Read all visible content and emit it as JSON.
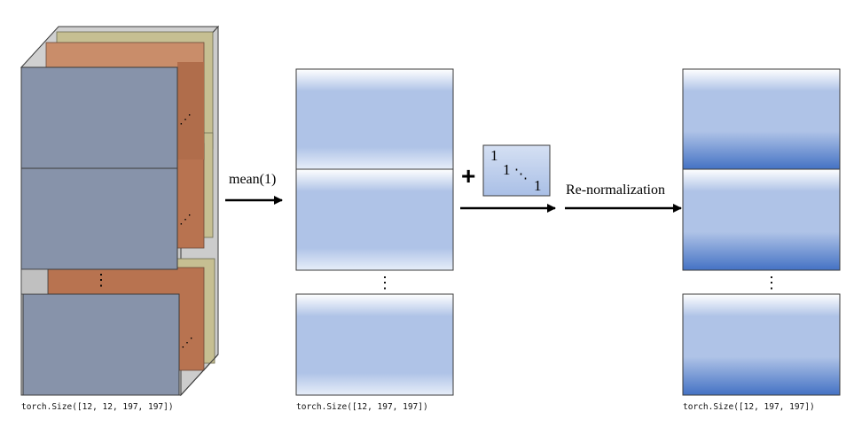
{
  "stages": {
    "input": {
      "shape_caption": "torch.Size([12, 12, 197, 197])"
    },
    "mean": {
      "shape_caption": "torch.Size([12, 197, 197])"
    },
    "output": {
      "shape_caption": "torch.Size([12, 197, 197])"
    }
  },
  "operations": {
    "mean_label": "mean(1)",
    "plus_symbol": "+",
    "renorm_label": "Re-normalization"
  },
  "identity_matrix": {
    "entries": [
      "1",
      "1",
      "1"
    ],
    "ellipsis": "⋱"
  },
  "ellipses": {
    "vertical": "⋮",
    "diagonal": "⋰"
  },
  "colors": {
    "slate_block": "#8793aa",
    "orange_block": "#c98d6a",
    "tan_block": "#c6bf92",
    "cube_side": "#cccccc",
    "blue_light": "#aec2e6",
    "blue_dark": "#4472c4",
    "border": "#3b3b3b"
  }
}
